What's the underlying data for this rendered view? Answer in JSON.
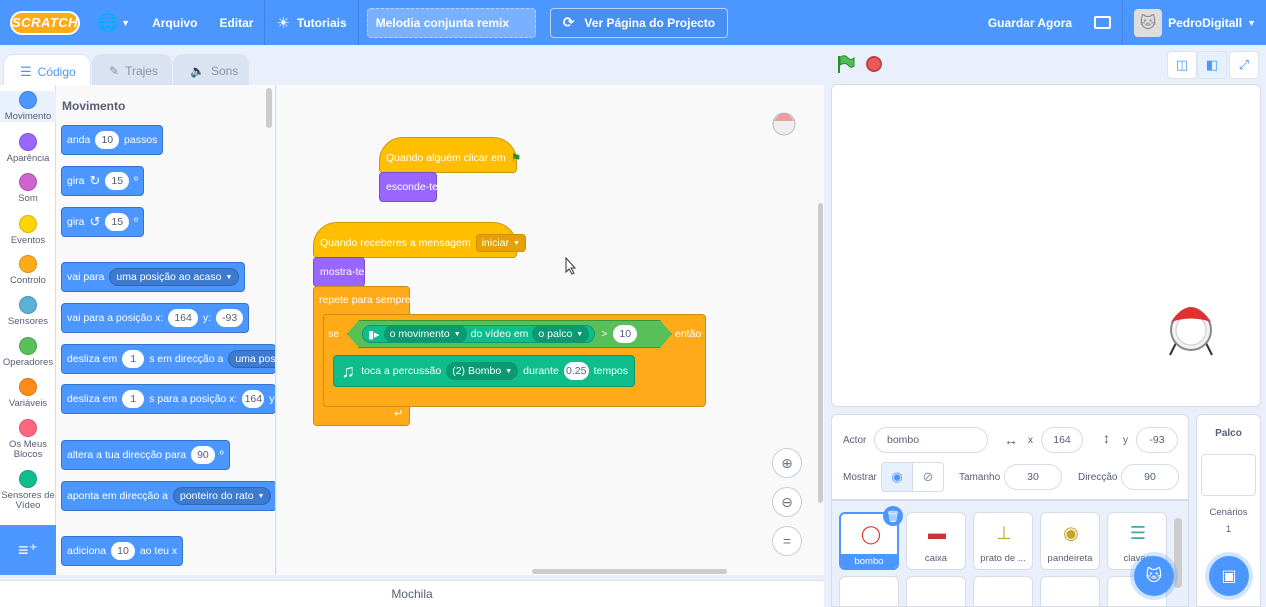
{
  "menu": {
    "logo": "SCRATCH",
    "globe_icon": "globe-icon",
    "file": "Arquivo",
    "edit": "Editar",
    "tutorials": "Tutoriais",
    "project_title": "Melodia conjunta remix",
    "see_project": "Ver Página do Projecto",
    "save_now": "Guardar Agora",
    "username": "PedroDigitall"
  },
  "tabs": {
    "code": "Código",
    "costumes": "Trajes",
    "sounds": "Sons"
  },
  "categories": [
    {
      "label": "Movimento",
      "color": "#4c97ff"
    },
    {
      "label": "Aparência",
      "color": "#9966ff"
    },
    {
      "label": "Som",
      "color": "#cf63cf"
    },
    {
      "label": "Eventos",
      "color": "#ffd500"
    },
    {
      "label": "Controlo",
      "color": "#ffab19"
    },
    {
      "label": "Sensores",
      "color": "#5cb1d6"
    },
    {
      "label": "Operadores",
      "color": "#59c059"
    },
    {
      "label": "Variáveis",
      "color": "#ff8c1a"
    },
    {
      "label": "Os Meus Blocos",
      "color": "#ff6680"
    },
    {
      "label": "Sensores de Vídeo",
      "color": "#0fbd8c"
    }
  ],
  "palette": {
    "title": "Movimento",
    "move": {
      "a": "anda",
      "v": "10",
      "b": "passos"
    },
    "turn_right": {
      "a": "gira",
      "v": "15",
      "b": "º"
    },
    "turn_left": {
      "a": "gira",
      "v": "15",
      "b": "º"
    },
    "goto": {
      "a": "vai para",
      "dd": "uma posição ao acaso"
    },
    "gotoxy": {
      "a": "vai para a posição x:",
      "x": "164",
      "b": "y:",
      "y": "-93"
    },
    "glide1": {
      "a": "desliza em",
      "v": "1",
      "b": "s em direcção a",
      "dd": "uma posição"
    },
    "glide2": {
      "a": "desliza em",
      "v": "1",
      "b": "s para a posição x:",
      "x": "164",
      "c": "y"
    },
    "point_dir": {
      "a": "altera a tua direcção para",
      "v": "90",
      "b": "º"
    },
    "point_towards": {
      "a": "aponta em direcção a",
      "dd": "ponteiro do rato"
    },
    "change_x": {
      "a": "adiciona",
      "v": "10",
      "b": "ao teu x"
    }
  },
  "script": {
    "hat1": "Quando alguém clicar em",
    "hide": "esconde-te",
    "hat2": "Quando receberes a mensagem",
    "message": "iniciar",
    "show": "mostra-te",
    "forever": "repete para sempre",
    "if": "se",
    "motion_dd": "o movimento",
    "video_on": "do vídeo em",
    "target_dd": "o palco",
    "gt": ">",
    "threshold": "10",
    "then": "então",
    "play_drum": "toca a percussão",
    "drum": "(2) Bombo",
    "for": "durante",
    "beats": "0.25",
    "beats_label": "tempos"
  },
  "backpack": "Mochila",
  "sprite_info": {
    "sprite_label": "Actor",
    "sprite_name": "bombo",
    "x_label": "x",
    "x": "164",
    "y_label": "y",
    "y": "-93",
    "show_label": "Mostrar",
    "size_label": "Tamanho",
    "size": "30",
    "direction_label": "Direcção",
    "direction": "90"
  },
  "sprites": [
    "bombo",
    "caixa",
    "prato de ...",
    "pandeireta",
    "clavas"
  ],
  "stage_panel": {
    "title": "Palco",
    "backdrops_label": "Cenários",
    "backdrops_count": "1"
  }
}
